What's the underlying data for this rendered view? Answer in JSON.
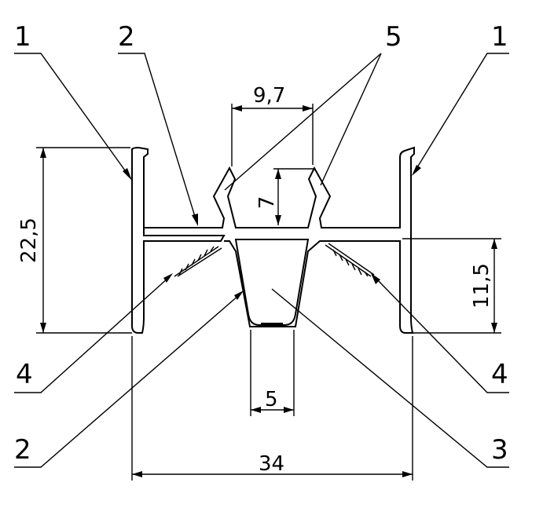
{
  "drawing": {
    "part_labels": {
      "top_left_1": "1",
      "top_left_2": "2",
      "top_center_5": "5",
      "top_right_1": "1",
      "left_4": "4",
      "bottom_left_2": "2",
      "bottom_right_3": "3",
      "right_4": "4"
    },
    "dimensions": {
      "lip_width": "9,7",
      "lip_height": "7",
      "total_height": "22,5",
      "channel_height": "11,5",
      "channel_bottom_width": "5",
      "total_width": "34"
    }
  }
}
